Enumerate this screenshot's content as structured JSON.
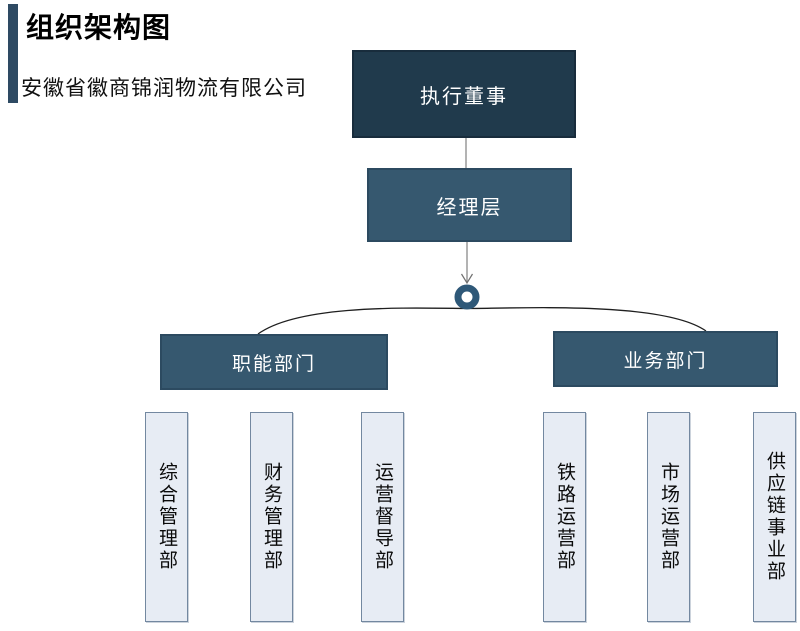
{
  "header": {
    "title": "组织架构图",
    "subtitle": "安徽省徽商锦润物流有限公司"
  },
  "org": {
    "root": "执行董事",
    "manager": "经理层",
    "branches": [
      {
        "label": "职能部门",
        "children": [
          "综合管理部",
          "财务管理部",
          "运营督导部"
        ]
      },
      {
        "label": "业务部门",
        "children": [
          "铁路运营部",
          "市场运营部",
          "供应链事业部"
        ]
      }
    ]
  },
  "icons": {
    "hub": "hub-ring-connector",
    "arrow": "down-arrowhead"
  },
  "colors": {
    "accent_bar": "#2E4A63",
    "root_node_fill": "#203A4C",
    "mid_node_fill": "#36586F",
    "node_text": "#FFFFFF",
    "leaf_fill": "#E7ECF4",
    "leaf_border": "#7388A0",
    "hub_ring": "#2E5878",
    "connector_gray": "#808080",
    "connector_dark": "#1F1F1F"
  }
}
